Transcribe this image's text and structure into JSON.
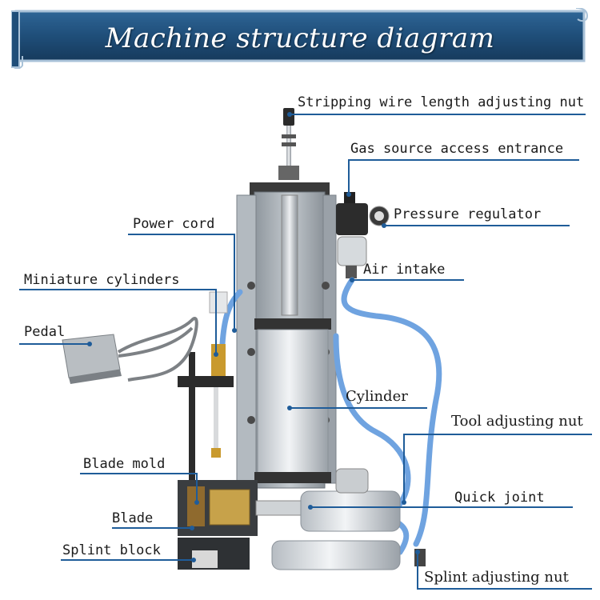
{
  "banner": {
    "title": "Machine structure diagram"
  },
  "labels": {
    "stripping_nut": "Stripping wire length adjusting nut",
    "gas_source": "Gas source access entrance",
    "pressure_regulator": "Pressure regulator",
    "power_cord": "Power cord",
    "air_intake": "Air intake",
    "miniature_cylinders": "Miniature cylinders",
    "pedal": "Pedal",
    "cylinder": "Cylinder",
    "tool_adjusting_nut": "Tool adjusting nut",
    "blade_mold": "Blade mold",
    "quick_joint": "Quick joint",
    "blade": "Blade",
    "splint_block": "Splint block",
    "splint_adjusting_nut": "Splint adjusting nut"
  },
  "colors": {
    "banner_fill": "#1f4e79",
    "banner_edge": "#a9c2d8",
    "leader_line": "#1f5c99",
    "hose": "#6fa3e0",
    "frame": "#a9b1b8"
  }
}
